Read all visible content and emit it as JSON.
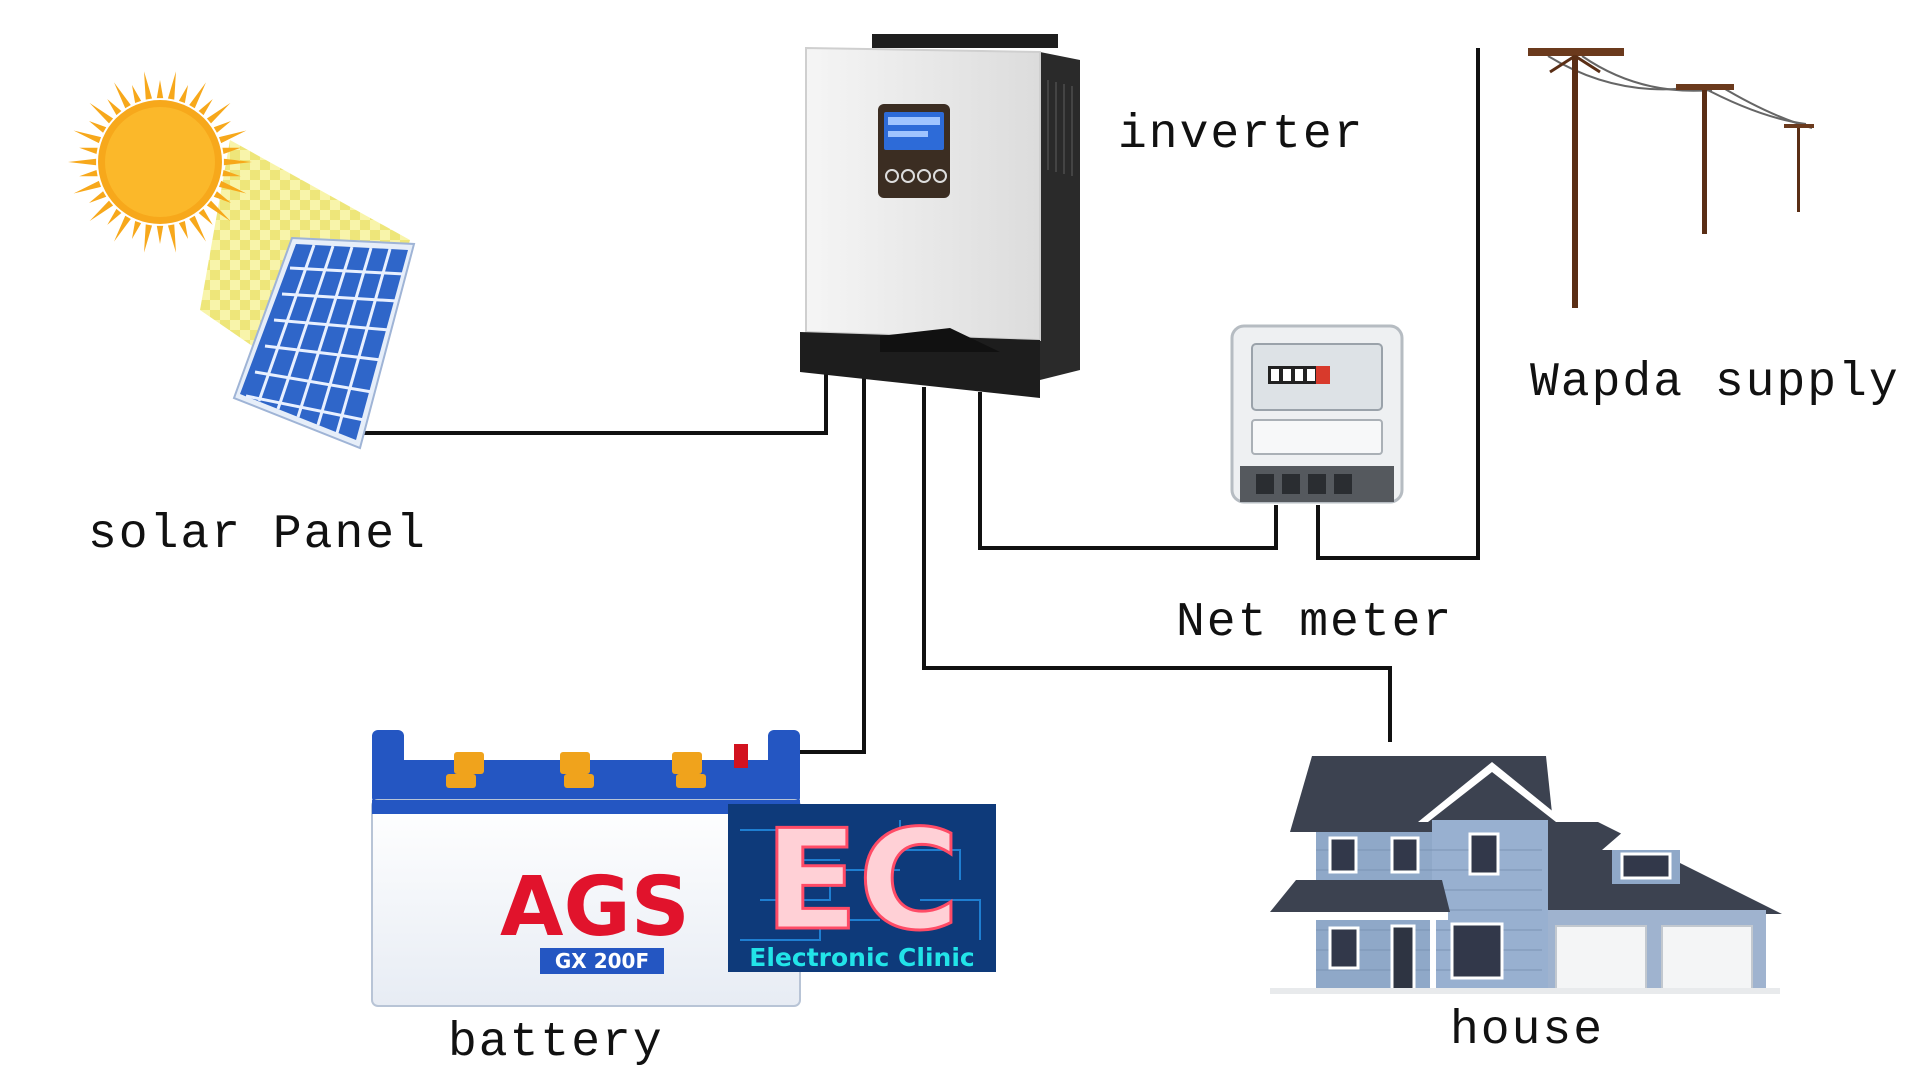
{
  "labels": {
    "inverter": "inverter",
    "wapda": "Wapda supply",
    "solar": "solar Panel",
    "netmeter": "Net meter",
    "battery": "battery",
    "house": "house"
  },
  "battery": {
    "brand": "AGS",
    "model": "GX 200F"
  },
  "watermark": {
    "letters": "EC",
    "text": "Electronic Clinic"
  },
  "colors": {
    "sun": "#f7a81b",
    "sun_beam": "#f1ec7a",
    "panel": "#2f66c9",
    "battery_blue": "#2456c2",
    "battery_red": "#e1132c",
    "house_roof": "#3c4250",
    "house_wall": "#8fa8c8",
    "watermark_bg": "#0e3a7a",
    "watermark_text": "#22e4e8",
    "wire": "#111111"
  }
}
